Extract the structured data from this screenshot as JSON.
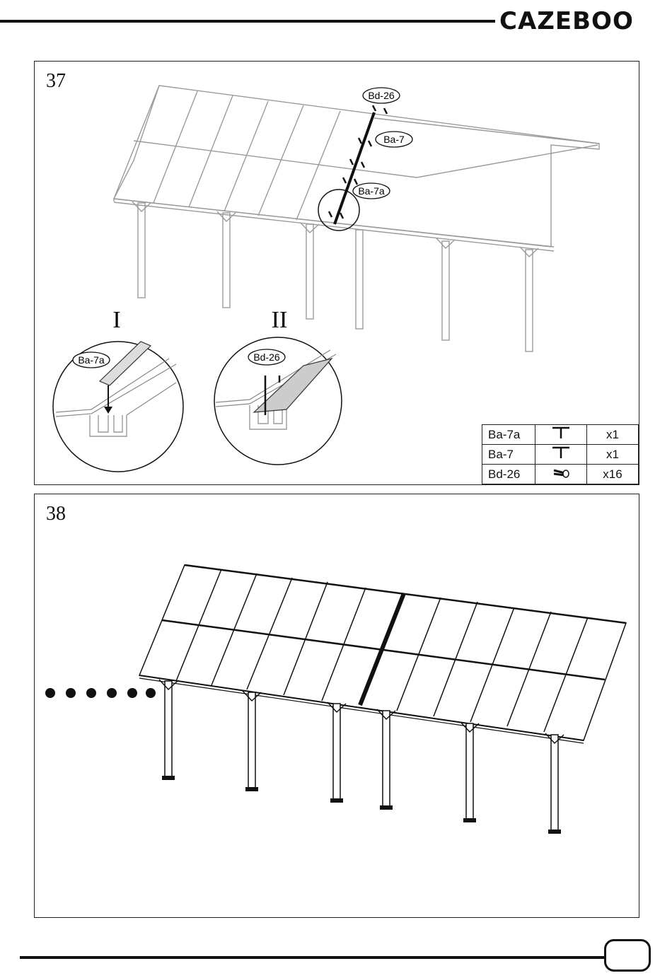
{
  "header": {
    "brand": "CAZEBOO"
  },
  "step37": {
    "number": "37",
    "callouts": {
      "bd26": "Bd-26",
      "ba7": "Ba-7",
      "ba7a": "Ba-7a"
    },
    "details": [
      {
        "roman": "I",
        "tag": "Ba-7a"
      },
      {
        "roman": "II",
        "tag": "Bd-26"
      }
    ],
    "parts": [
      {
        "code": "Ba-7a",
        "icon": "t-profile-icon",
        "qty": "x1"
      },
      {
        "code": "Ba-7",
        "icon": "t-profile-icon",
        "qty": "x1"
      },
      {
        "code": "Bd-26",
        "icon": "screw-icon",
        "qty": "x16"
      }
    ]
  },
  "step38": {
    "number": "38"
  },
  "footer": {
    "page_number": ""
  }
}
